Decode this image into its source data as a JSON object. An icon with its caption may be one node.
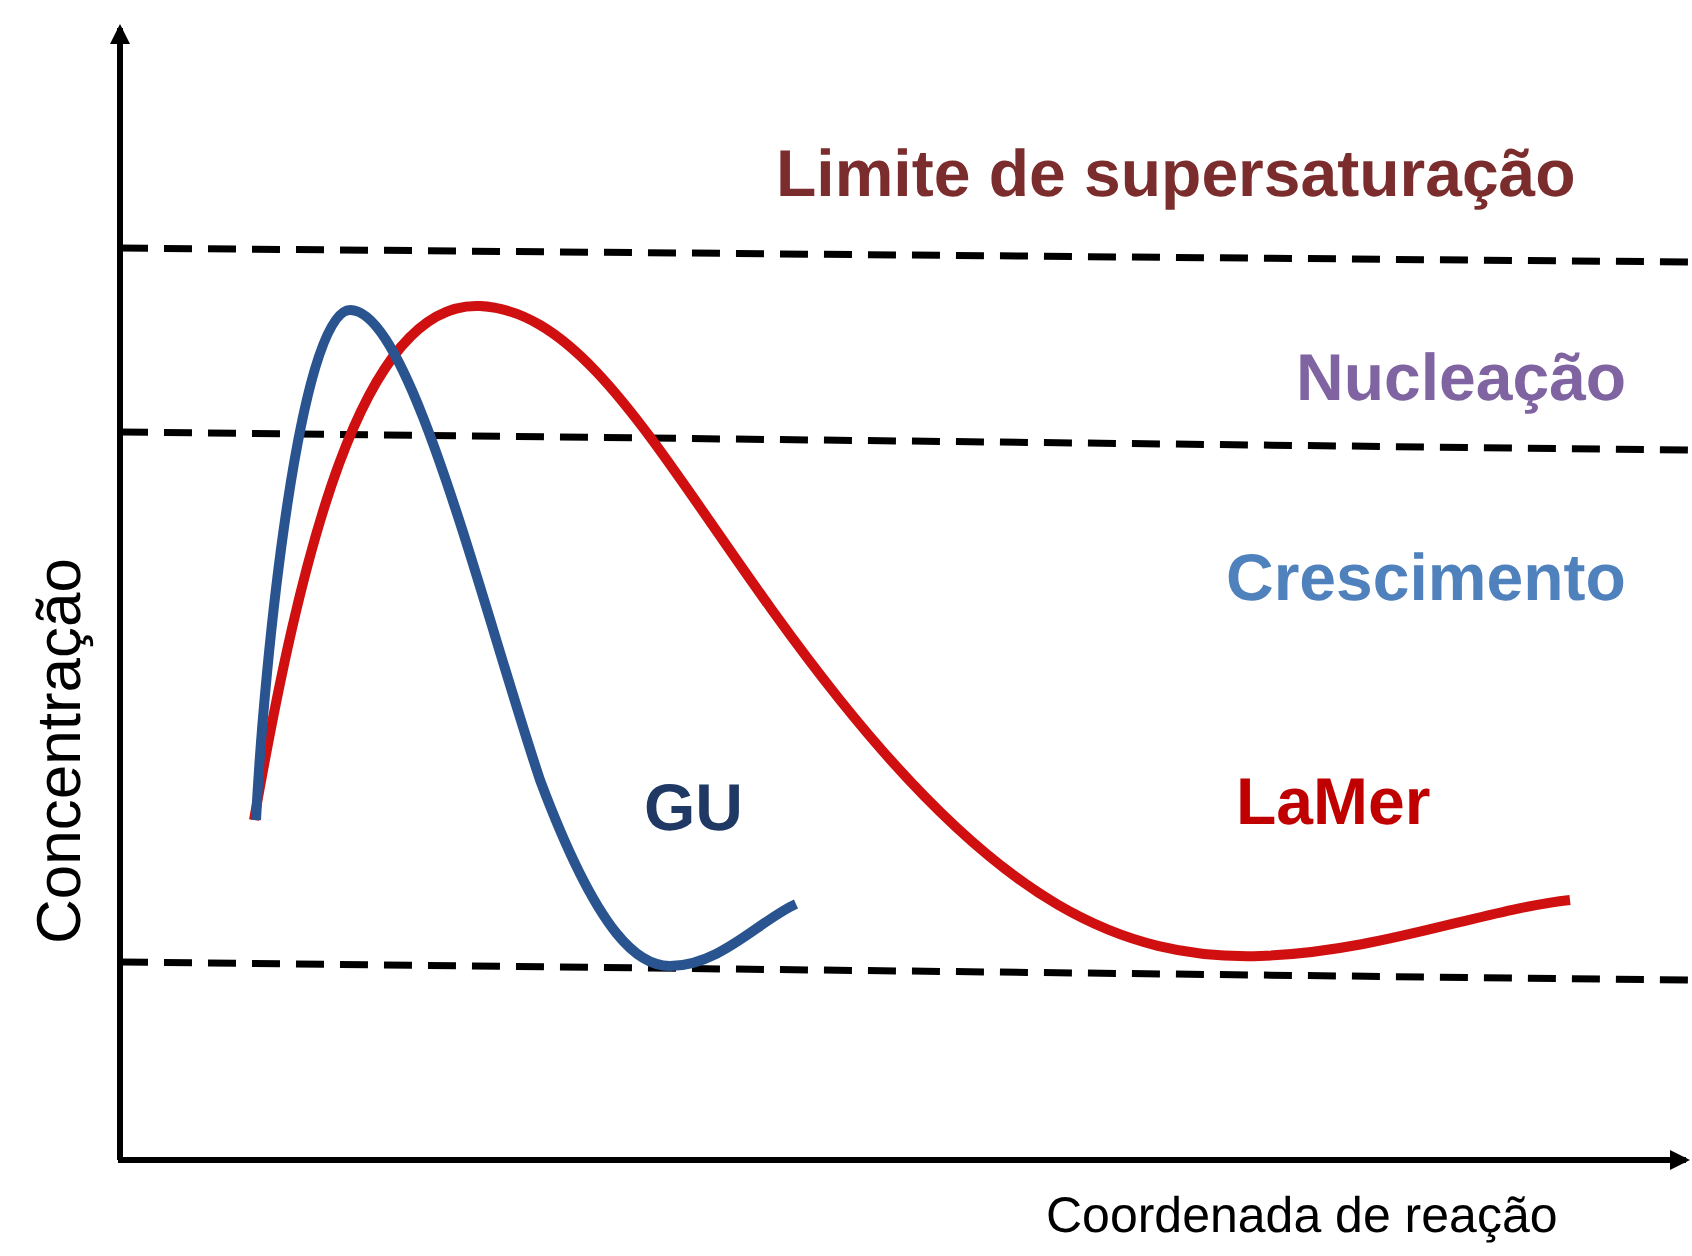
{
  "diagram": {
    "labels": [
      "Limite de supersaturação",
      "Nucleação",
      "Crescimento",
      "GU",
      "LaMer",
      "Concentração",
      "Coordenada de reação"
    ]
  }
}
